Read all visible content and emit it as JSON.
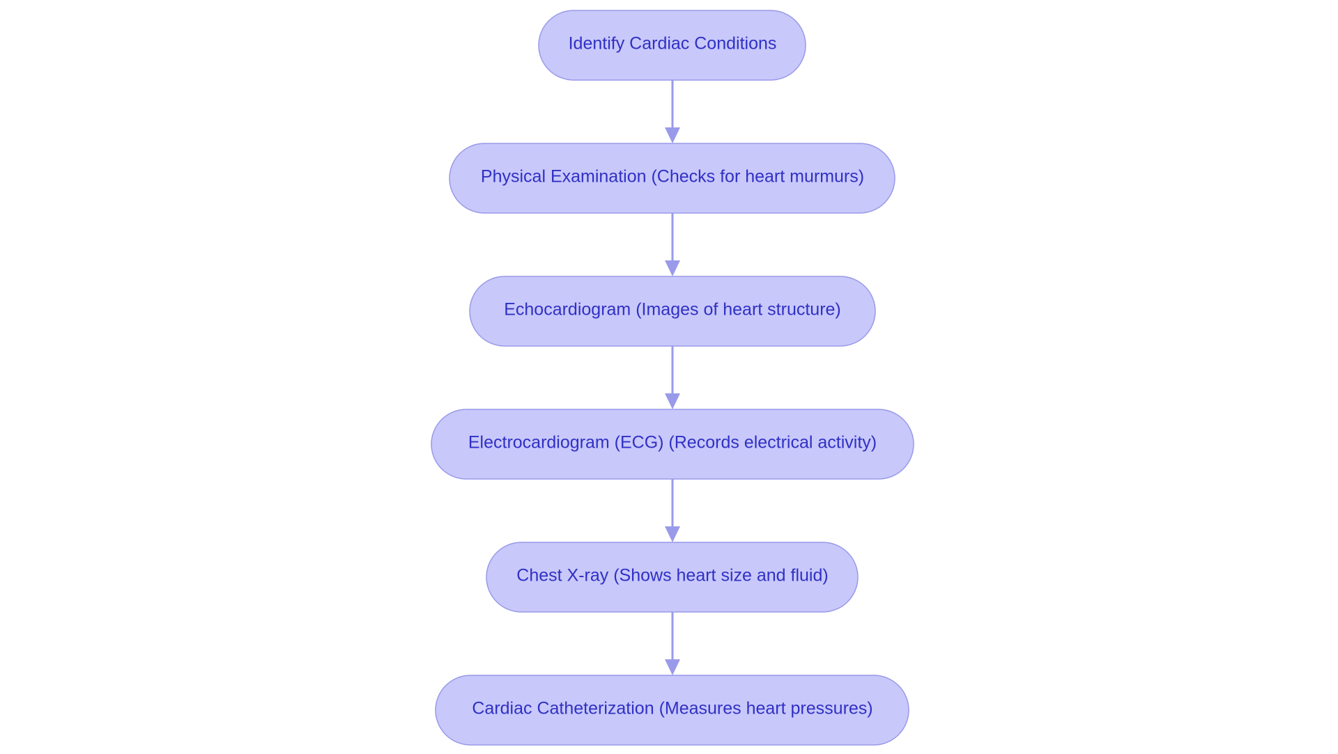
{
  "flowchart": {
    "nodes": [
      {
        "id": "identify",
        "label": "Identify Cardiac Conditions"
      },
      {
        "id": "physical",
        "label": "Physical Examination (Checks for heart murmurs)"
      },
      {
        "id": "echo",
        "label": "Echocardiogram (Images of heart structure)"
      },
      {
        "id": "ecg",
        "label": "Electrocardiogram (ECG) (Records electrical activity)"
      },
      {
        "id": "xray",
        "label": "Chest X-ray (Shows heart size and fluid)"
      },
      {
        "id": "cath",
        "label": "Cardiac Catheterization (Measures heart pressures)"
      }
    ],
    "edges": [
      {
        "from": "identify",
        "to": "physical"
      },
      {
        "from": "physical",
        "to": "echo"
      },
      {
        "from": "echo",
        "to": "ecg"
      },
      {
        "from": "ecg",
        "to": "xray"
      },
      {
        "from": "xray",
        "to": "cath"
      }
    ],
    "colors": {
      "node_fill": "#c8c8fb",
      "node_border": "#9999e8",
      "text": "#3030c4",
      "arrow": "#9a9aea"
    }
  }
}
